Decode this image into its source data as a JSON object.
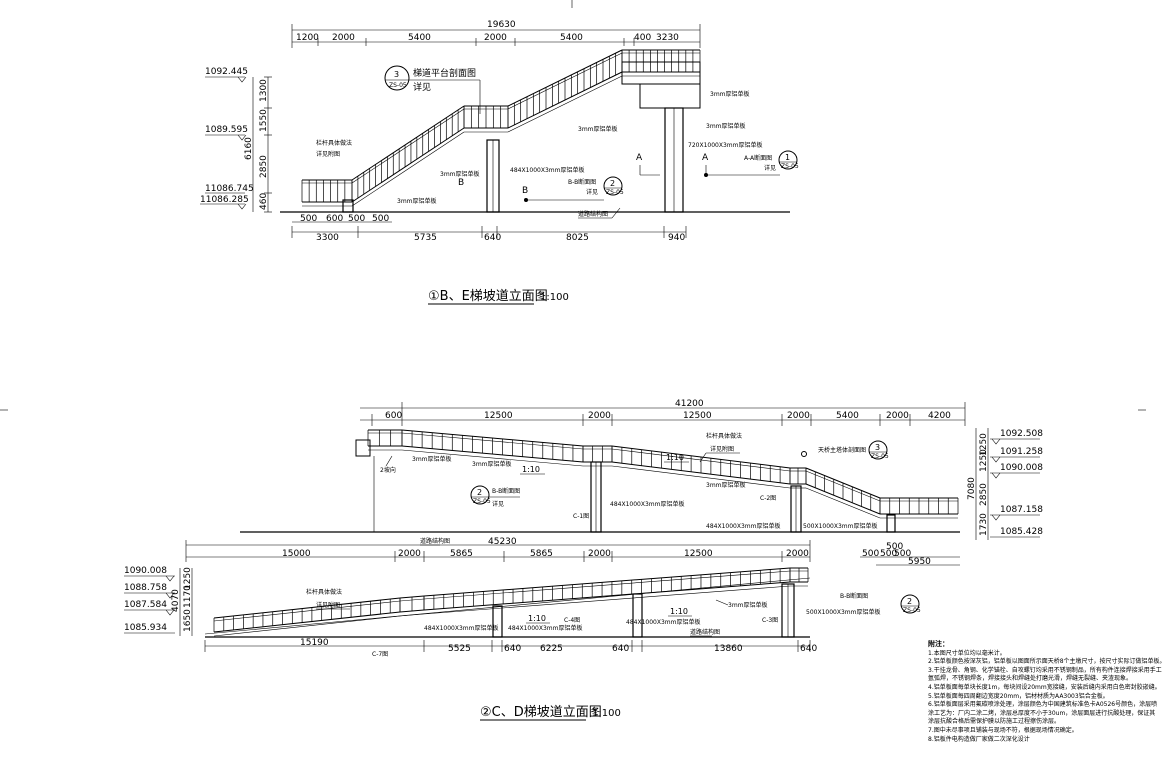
{
  "view1": {
    "title": "①B、E梯坡道立面图",
    "scale": "1:100",
    "top_total": "19630",
    "top_dims": [
      "1200",
      "2000",
      "5400",
      "2000",
      "5400",
      "400",
      "3230"
    ],
    "bottom_dims1": [
      "500",
      "600",
      "500",
      "500"
    ],
    "bottom_dims2": [
      "3300",
      "5735",
      "640",
      "8025",
      "940"
    ],
    "elevations": [
      "1092.445",
      "1089.595",
      "11086.745",
      "11086.285"
    ],
    "vert_dims": [
      "1300",
      "1550",
      "6160",
      "2850",
      "460"
    ],
    "callout_num": "3",
    "callout_sub": "ZS-05",
    "callout_text": "梯道平台剖面图",
    "callout_detail": "详见",
    "callout2_num": "2",
    "callout2_sub": "ZS-05",
    "callout3_num": "1",
    "callout3_sub": "ZS-05",
    "labels": {
      "rail_note1": "栏杆具体做法",
      "rail_note2": "详见附图",
      "plate1": "3mm厚铝单板",
      "plate2": "3mm厚铝单板",
      "plate3": "3mm厚铝单板",
      "plate4": "3mm厚铝单板",
      "plate5": "3mm厚铝单板",
      "plate6": "3mm厚铝单板",
      "col1": "484X1000X3mm厚铝单板",
      "col2": "720X1000X3mm厚铝单板",
      "bb": "B-B断面图",
      "bb_detail": "详见",
      "aa": "A-A断面图",
      "aa_detail": "详见",
      "mark_a1": "A",
      "mark_a2": "A",
      "mark_b1": "B",
      "mark_b2": "B",
      "ground": "道路结构图"
    }
  },
  "view2": {
    "title": "②C、D梯坡道立面图",
    "scale": "1:100",
    "upper_total": "41200",
    "upper_dims": [
      "600",
      "12500",
      "2000",
      "12500",
      "2000",
      "5400",
      "2000",
      "4200"
    ],
    "upper_right_elev": [
      "1092.508",
      "1091.258",
      "1090.008",
      "1087.158",
      "1085.428"
    ],
    "upper_right_dims": [
      "1250",
      "1250",
      "2850",
      "7080",
      "1730"
    ],
    "mid_total": "45230",
    "mid_dims": [
      "15000",
      "2000",
      "5865",
      "5865",
      "2000",
      "12500",
      "2000"
    ],
    "right_dims": [
      "500",
      "500",
      "500",
      "5950",
      "500"
    ],
    "lower_left_elev": [
      "1090.008",
      "1088.758",
      "1087.584",
      "1085.934"
    ],
    "lower_left_dims": [
      "1250",
      "1170",
      "4070",
      "1650"
    ],
    "lower_dims": [
      "15190",
      "5525",
      "640",
      "6225",
      "640",
      "13860",
      "640"
    ],
    "slope1": "1:10",
    "slope2": "1:10",
    "slope3": "1:10",
    "slope4": "1:10",
    "labels": {
      "rail_note1": "栏杆具体做法",
      "rail_note2": "详见附图",
      "rail_note3": "栏杆具体做法",
      "rail_note4": "详见附图",
      "plate1": "3mm厚铝单板",
      "plate2": "3mm厚铝单板",
      "plate3": "3mm厚铝单板",
      "plate4": "3mm厚铝单板",
      "col1": "484X1000X3mm厚铝单板",
      "col2": "484X1000X3mm厚铝单板",
      "col3": "500X1000X3mm厚铝单板",
      "col4": "500X1000X3mm厚铝单板",
      "col5": "484X1000X3mm厚铝单板",
      "col6": "484X1000X3mm厚铝单板",
      "col7": "484X1000X3mm厚铝单板",
      "bb1": "B-B断面图",
      "bb1_detail": "详见",
      "bb1_num": "2",
      "bb1_sub": "ZS-05",
      "bb2": "B-B断面图",
      "bb2_num": "2",
      "bb2_sub": "ZS-05",
      "bridge": "天桥主塔体剖面图",
      "bridge_num": "3",
      "bridge_sub": "ZS-05",
      "c1": "C-1图",
      "c2": "C-2图",
      "c3": "C-3图",
      "c4": "C-4图",
      "c7": "C-7图",
      "note_left": "2坡向",
      "ground1": "道路结构图",
      "ground2": "道路结构图"
    }
  },
  "notes": {
    "heading": "附注：",
    "lines": [
      "1.本图尺寸单位均以毫米计。",
      "2.铝单板颜色按深灰铝，铝单板以图面所示面天桥8个主墩尺寸，按尺寸实际订做铝单板。",
      "3.干挂龙骨、角钢、化学锚栓、自攻螺钉均采用不锈钢制品，所有构件连接焊接采用手工",
      "  氩弧焊，不锈钢焊条，焊接接头和焊缝处打磨光滑，焊缝无裂缝、夹渣现象。",
      "4.铝单板面每单块长度1m，每块间设20mm宽接缝，安装后缝内采用白色密封胶嵌缝。",
      "5.铝单板面每四周翻边宽度20mm，铝材材质为AA3003铝合金板。",
      "6.铝单板面层采用氟碳喷涂处理，涂层颜色为中国建筑标准色卡A0526号颜色，涂层喷",
      "  涂工艺为：厂内二涂二烤，涂层总厚度不小于30um，涂层面层进行抗酸处理，保证其",
      "  涂层抗酸合格后需保护膜以防施工过程擦伤涂层。",
      "7.图中未尽事项且铺装与现场不符，根据现场情况确定。",
      "8.铝板件电构造做厂家做二次深化设计"
    ]
  }
}
